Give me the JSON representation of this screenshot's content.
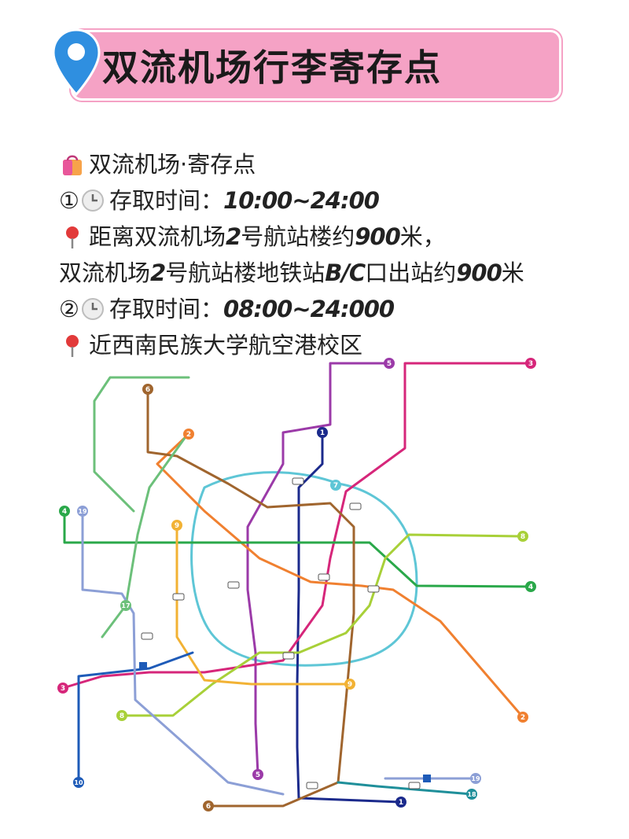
{
  "banner": {
    "title": "双流机场行李寄存点"
  },
  "info": {
    "heading": "双流机场·寄存点",
    "item1_marker": "①",
    "item1_label": "存取时间：",
    "item1_time": "10:00~24:00",
    "item1_loc_a": "距离双流机场",
    "item1_loc_num1": "2",
    "item1_loc_b": "号航站楼约",
    "item1_loc_num2": "900",
    "item1_loc_c": "米，",
    "item1_line2_a": "双流机场",
    "item1_line2_num1": "2",
    "item1_line2_b": "号航站楼地铁站",
    "item1_line2_bc": "B/C",
    "item1_line2_c": "口出站约",
    "item1_line2_num2": "900",
    "item1_line2_d": "米",
    "item2_marker": "②",
    "item2_label": "存取时间：",
    "item2_time": "08:00~24:000",
    "item2_loc": "近西南民族大学航空港校区"
  },
  "map": {
    "line_numbers": [
      "5",
      "3",
      "6",
      "2",
      "1",
      "7",
      "4",
      "10",
      "17",
      "8",
      "18",
      "19",
      "9"
    ],
    "colors": {
      "line1": "#1b2a8c",
      "line2": "#f08030",
      "line3": "#d6267a",
      "line4": "#2aa84a",
      "line5": "#9b3aa8",
      "line6": "#a0652e",
      "line7": "#5ec6d6",
      "line8": "#a8d038",
      "line9": "#f2b234",
      "line10": "#1e5bb8",
      "line17": "#6cc07a",
      "line18": "#1f8f9a",
      "line19": "#8c9fd6",
      "banner": "#f5a2c5"
    }
  }
}
